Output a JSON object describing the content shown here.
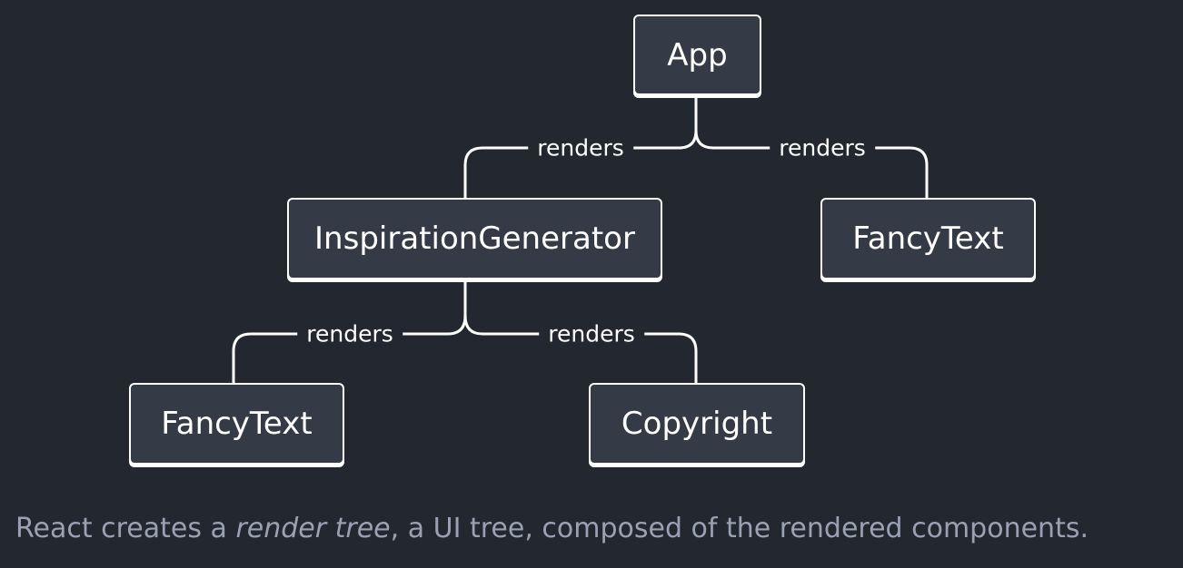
{
  "colors": {
    "background": "#23272f",
    "node_fill": "#343a46",
    "node_border": "#ffffff",
    "text": "#ffffff",
    "caption": "#99a1b3"
  },
  "tree": {
    "root": "App",
    "level1_left": "InspirationGenerator",
    "level1_right": "FancyText",
    "level2_left": "FancyText",
    "level2_right": "Copyright"
  },
  "edges": {
    "app_to_inspiration": "renders",
    "app_to_fancytext": "renders",
    "inspiration_to_fancytext": "renders",
    "inspiration_to_copyright": "renders"
  },
  "caption": {
    "before": "React creates a ",
    "emphasis": "render tree",
    "after": ", a UI tree, composed of the rendered components."
  }
}
